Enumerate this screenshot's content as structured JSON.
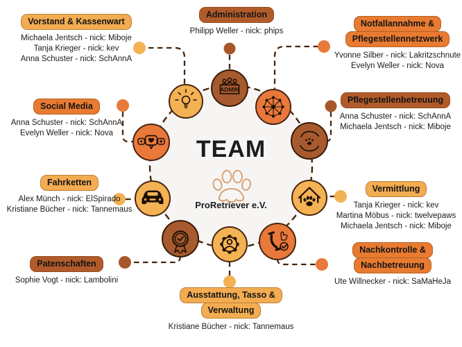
{
  "center": {
    "title": "TEAM",
    "org": "ProRetriever e.V.",
    "admin_badge": "ADMIN"
  },
  "palette": {
    "tag_light": "#F3AC51",
    "tag_orange": "#E87B31",
    "tag_brown": "#B25B2A",
    "circle_light": "#F3B254",
    "circle_orange": "#E8793B",
    "circle_brown": "#A65A2E",
    "dashed_line": "#44250C",
    "ring_fill": "#F6F5F3",
    "paw_logo": "#D8A276",
    "text": "#1A1A1A"
  },
  "groups": [
    {
      "id": "vorstand",
      "label": "Vorstand & Kassenwart",
      "label_lines": [
        "Vorstand & Kassenwart"
      ],
      "color": "light",
      "icon": "lightbulb-icon",
      "members": [
        "Michaela Jentsch - nick: Miboje",
        "Tanja Krieger - nick: kev",
        "Anna Schuster - nick: SchAnnA"
      ]
    },
    {
      "id": "administration",
      "label": "Administration",
      "label_lines": [
        "Administration"
      ],
      "color": "brown",
      "icon": "admin-team-icon",
      "members": [
        "Philipp Weller - nick: phips"
      ]
    },
    {
      "id": "notfallannahme",
      "label": "Notfallannahme & Pflegestellennetzwerk",
      "label_lines": [
        "Notfallannahme &",
        "Pflegestellennetzwerk"
      ],
      "color": "orange",
      "icon": "network-icon",
      "members": [
        "Yvonne Silber - nick: Lakritzschnute",
        "Evelyn Weller - nick: Nova"
      ]
    },
    {
      "id": "pflegestellenbetreuung",
      "label": "Pflegestellenbetreuung",
      "label_lines": [
        "Pflegestellenbetreuung"
      ],
      "color": "brown",
      "icon": "caring-hands-icon",
      "members": [
        "Anna Schuster - nick: SchAnnA",
        "Michaela Jentsch - nick: Miboje"
      ]
    },
    {
      "id": "social-media",
      "label": "Social Media",
      "label_lines": [
        "Social Media"
      ],
      "color": "orange",
      "icon": "chat-bubbles-icon",
      "members": [
        "Anna Schuster - nick: SchAnnA",
        "Evelyn Weller - nick: Nova"
      ]
    },
    {
      "id": "vermittlung",
      "label": "Vermittlung",
      "label_lines": [
        "Vermittlung"
      ],
      "color": "light",
      "icon": "home-paw-icon",
      "members": [
        "Tanja Krieger - nick: kev",
        "Martina Möbus - nick: twelvepaws",
        "Michaela Jentsch - nick: Miboje"
      ]
    },
    {
      "id": "fahrketten",
      "label": "Fahrketten",
      "label_lines": [
        "Fahrketten"
      ],
      "color": "light",
      "icon": "car-icon",
      "members": [
        "Alex Münch - nick: ElSpirado",
        "Kristiane Bücher - nick: Tannemaus"
      ]
    },
    {
      "id": "nachkontrolle",
      "label": "Nachkontrolle & Nachbetreuung",
      "label_lines": [
        "Nachkontrolle &",
        "Nachbetreuung"
      ],
      "color": "orange",
      "icon": "phone-check-icon",
      "members": [
        "Ute Willnecker - nick: SaMaHeJa"
      ]
    },
    {
      "id": "patenschaften",
      "label": "Patenschaften",
      "label_lines": [
        "Patenschaften"
      ],
      "color": "brown",
      "icon": "award-ribbon-icon",
      "members": [
        "Sophie Vogt - nick: Lambolini"
      ]
    },
    {
      "id": "ausstattung",
      "label": "Ausstattung, Tasso & Verwaltung",
      "label_lines": [
        "Ausstattung, Tasso &",
        "Verwaltung"
      ],
      "color": "light",
      "icon": "gear-person-icon",
      "members": [
        "Kristiane Bücher - nick: Tannemaus"
      ]
    }
  ]
}
